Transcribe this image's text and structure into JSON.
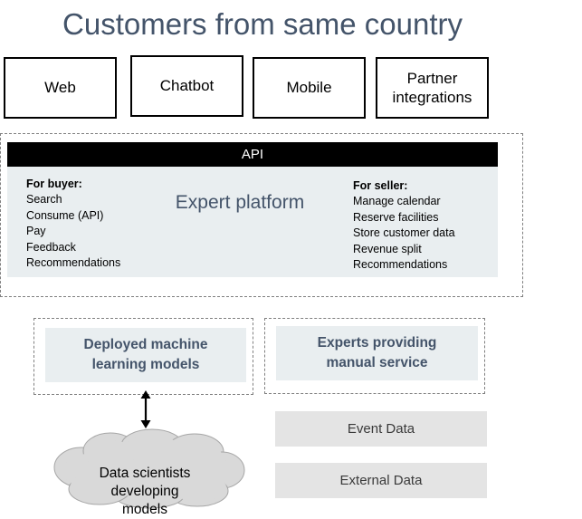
{
  "title": "Customers from same country",
  "channels": [
    {
      "label": "Web"
    },
    {
      "label": "Chatbot"
    },
    {
      "label": "Mobile"
    },
    {
      "label": "Partner\nintegrations"
    }
  ],
  "platform": {
    "api_label": "API",
    "name": "Expert platform",
    "buyer": {
      "header": "For buyer:",
      "items": [
        "Search",
        "Consume (API)",
        "Pay",
        "Feedback",
        "Recommendations"
      ]
    },
    "seller": {
      "header": "For seller:",
      "items": [
        "Manage calendar",
        "Reserve facilities",
        "Store customer data",
        "Revenue split",
        "Recommendations"
      ]
    }
  },
  "services": {
    "ml_models": "Deployed machine\nlearning models",
    "experts": "Experts providing\nmanual service"
  },
  "data_sources": [
    "Event Data",
    "External Data"
  ],
  "cloud": {
    "label": "Data scientists\ndeveloping\nmodels",
    "fill": "#d9d9d9"
  },
  "colors": {
    "title": "#44546a",
    "api_bar": "#000000",
    "platform_fill": "#e9eef0",
    "data_fill": "#e4e4e4"
  }
}
